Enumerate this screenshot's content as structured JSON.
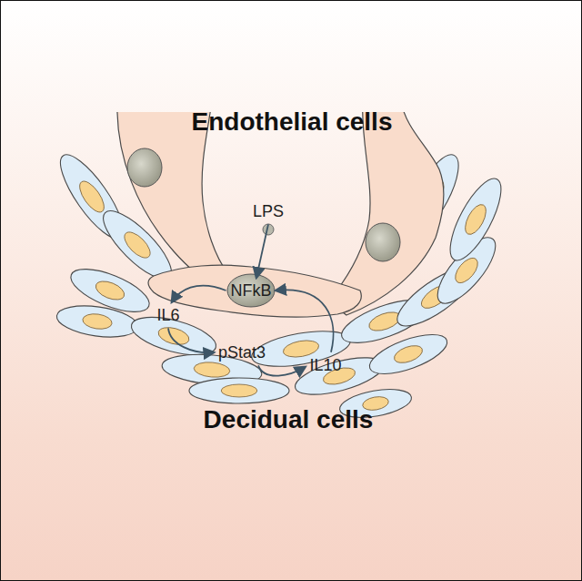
{
  "diagram": {
    "nodes": [
      {
        "text": [
          "LPS"
        ]
      },
      {
        "text": [
          "NFkB"
        ]
      },
      {
        "text": [
          "IL6"
        ]
      },
      {
        "text": [
          "pStat3"
        ]
      },
      {
        "text": [
          "IL10"
        ]
      }
    ],
    "edges": [
      {
        "from": 0,
        "to": 1,
        "arrow": "to"
      },
      {
        "from": 1,
        "to": 2,
        "arrow": "to"
      },
      {
        "from": 2,
        "to": 3,
        "arrow": "to"
      },
      {
        "from": 3,
        "to": 4,
        "arrow": "to"
      },
      {
        "from": 4,
        "to": 1,
        "arrow": "to"
      }
    ],
    "labels": [
      "Endothelial cells",
      "Decidual cells"
    ]
  }
}
